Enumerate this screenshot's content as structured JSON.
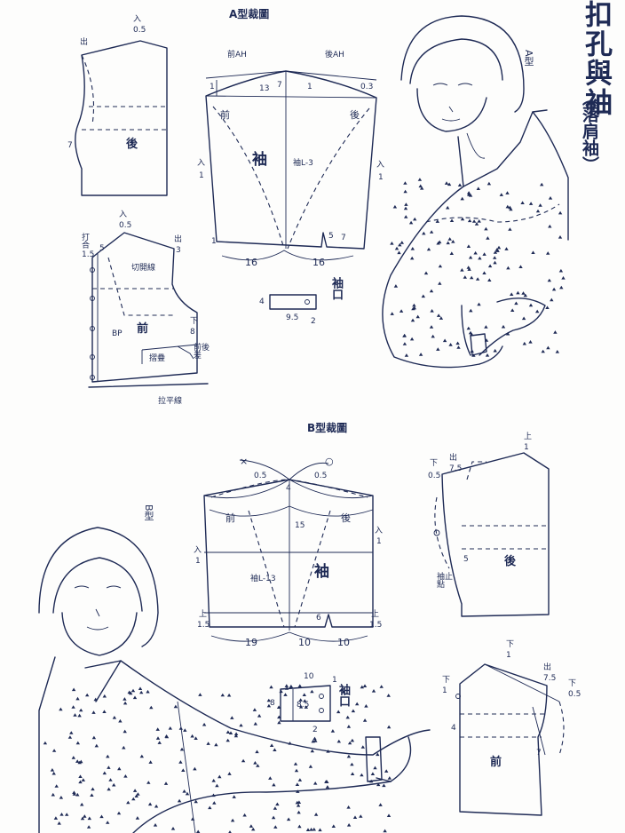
{
  "header": {
    "title": "扣孔與袖",
    "subtitle": "（落肩袖）"
  },
  "type_a": {
    "title": "A型裁圖",
    "type_label": "A型",
    "back_bodice": {
      "label": "後",
      "m_05": "0.5",
      "m_7": "7",
      "mark_ru": "入",
      "mark_chu": "出"
    },
    "sleeve": {
      "label": "袖",
      "front": "前",
      "back": "後",
      "front_ah": "前AH",
      "back_ah": "後AH",
      "m_13": "13",
      "m_7": "7",
      "m_1a": "1",
      "m_1b": "1",
      "m_03": "0.3",
      "sleeve_width": "袖L-3",
      "ru_left": "入",
      "ru_right": "入",
      "m_1_left": "1",
      "m_1_right": "1",
      "m_1_bottom": "1",
      "m_5": "5",
      "m_7b": "7",
      "m_16a": "16",
      "m_16b": "16"
    },
    "front_bodice": {
      "label": "前",
      "overlap": "打合",
      "m_15": "1.5",
      "m_5": "5",
      "mark_ru": "入",
      "m_05": "0.5",
      "mark_chu": "出",
      "m_3": "3",
      "cut_line": "切開線",
      "bp": "BP",
      "mark_down": "下",
      "m_8": "8",
      "fold": "摺疊",
      "front_back_diff": "前後差",
      "level_line": "拉平線"
    },
    "cuff": {
      "label": "袖口",
      "m_4": "4",
      "m_95": "9.5",
      "m_2": "2"
    }
  },
  "type_b": {
    "title": "B型裁圖",
    "type_label": "B型",
    "sleeve": {
      "label": "袖",
      "front": "前",
      "back": "後",
      "m_05a": "0.5",
      "m_05b": "0.5",
      "m_4": "4",
      "m_15": "15",
      "sleeve_width": "袖L-13",
      "ru_left": "入",
      "ru_right": "入",
      "m_1_left": "1",
      "m_1_right": "1",
      "up_left": "上",
      "up_right": "上",
      "m_15l": "1.5",
      "m_15r": "1.5",
      "m_6": "6",
      "m_19": "19",
      "m_10a": "10",
      "m_10b": "10",
      "mark_x": "×",
      "mark_o": "○"
    },
    "cuff": {
      "label": "袖口",
      "m_10": "10",
      "m_1": "1",
      "m_8": "8",
      "m_85": "8.5",
      "m_2": "2"
    },
    "back_bodice": {
      "label": "後",
      "mark_up": "上",
      "m_1": "1",
      "mark_down": "下",
      "mark_chu": "出",
      "m_75": "7.5",
      "m_05": "0.5",
      "m_5": "5",
      "sleeve_stop": "袖止點"
    },
    "front_bodice": {
      "label": "前",
      "mark_down_l": "下",
      "m_1l": "1",
      "mark_down": "下",
      "m_1": "1",
      "mark_chu": "出",
      "m_75": "7.5",
      "m_05": "0.5",
      "mark_down_r": "下",
      "m_4": "4",
      "m_7": "7"
    }
  }
}
